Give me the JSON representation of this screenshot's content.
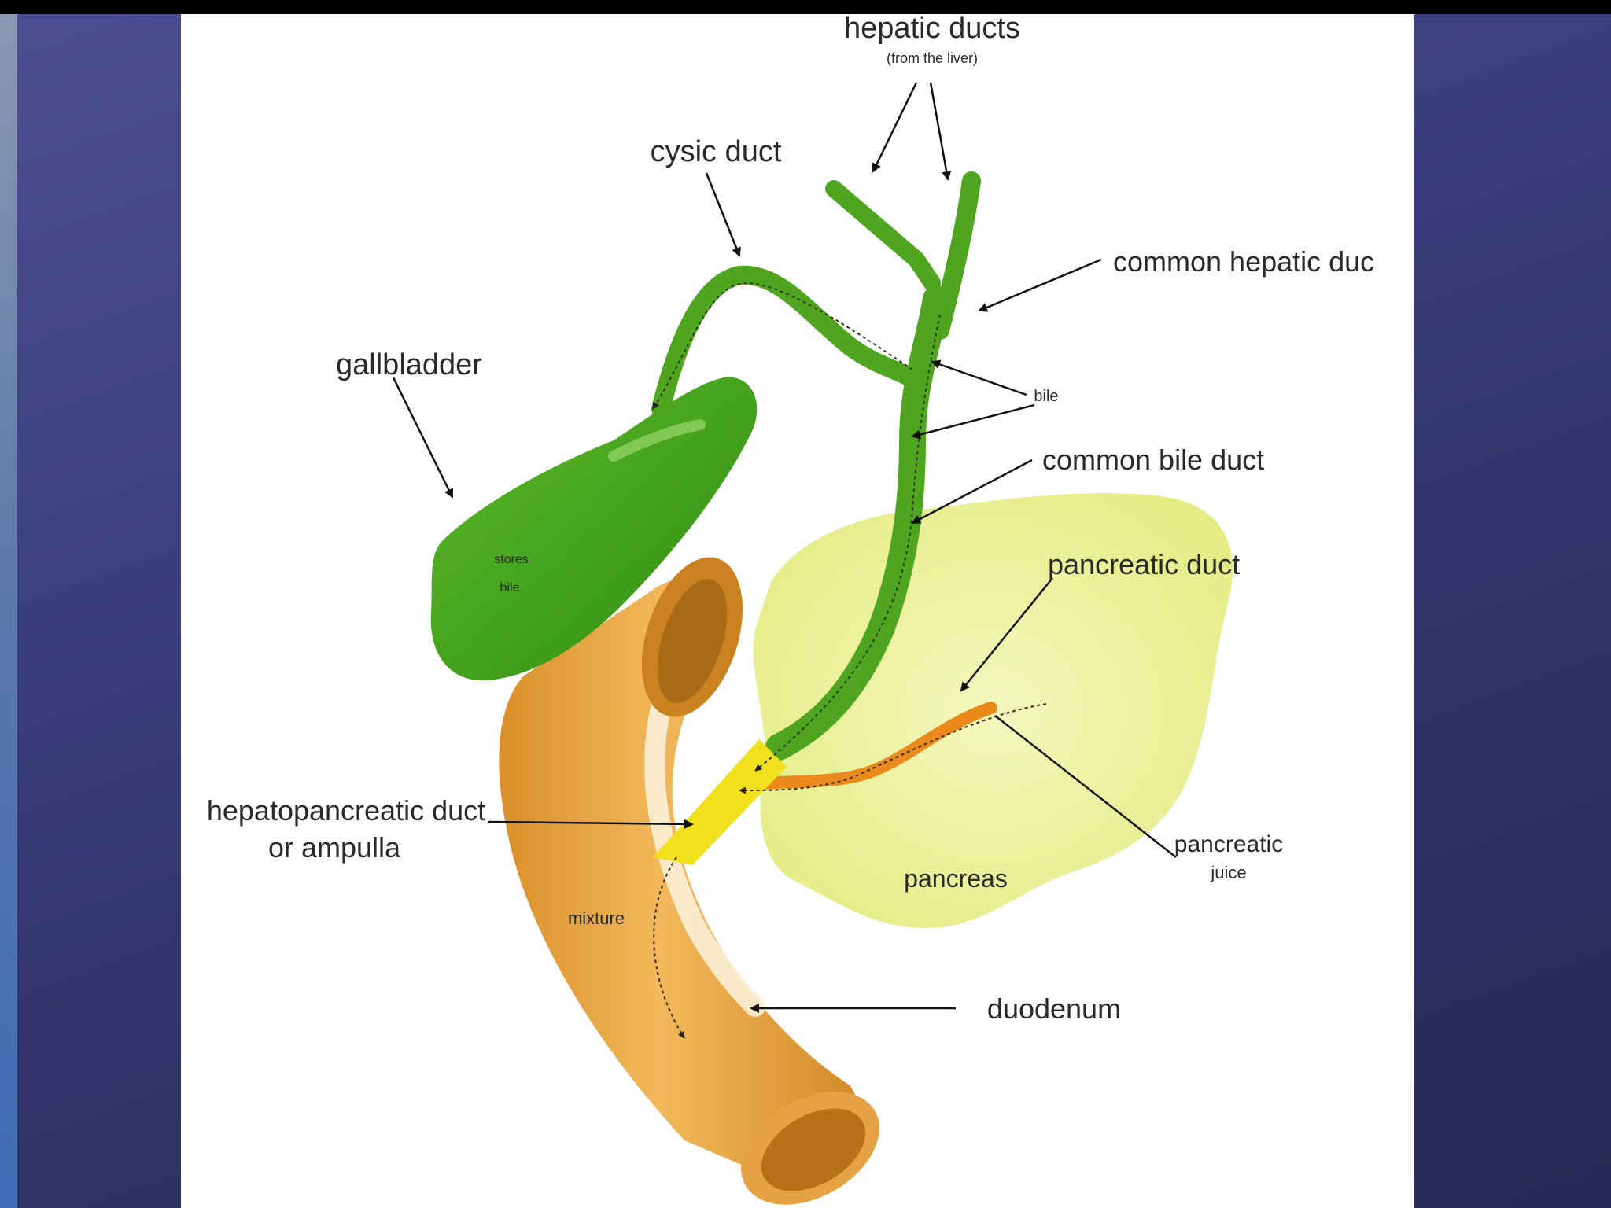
{
  "labels": {
    "hepatic_ducts": "hepatic ducts",
    "hepatic_ducts_sub": "(from the liver)",
    "cystic_duct": "cysic duct",
    "common_hepatic_duct": "common hepatic duc",
    "gallbladder": "gallbladder",
    "bile": "bile",
    "common_bile_duct": "common bile duct",
    "pancreatic_duct": "pancreatic duct",
    "hepatopancreatic_duct": "hepatopancreatic duct",
    "or_ampulla": "or ampulla",
    "pancreatic": "pancreatic",
    "juice": "juice",
    "pancreas": "pancreas",
    "mixture": "mixture",
    "duodenum": "duodenum",
    "stores_bile_1": "stores",
    "stores_bile_2": "bile"
  },
  "colors": {
    "duct_green": "#4fa51f",
    "gallbladder_green": "#3e9a18",
    "duodenum_orange": "#e8a645",
    "pancreas_yellow": "#eef3a0",
    "ampulla_yellow": "#f3e21a",
    "pancreatic_duct_orange": "#e8871a",
    "slide_blue": "#3c3f7d"
  }
}
